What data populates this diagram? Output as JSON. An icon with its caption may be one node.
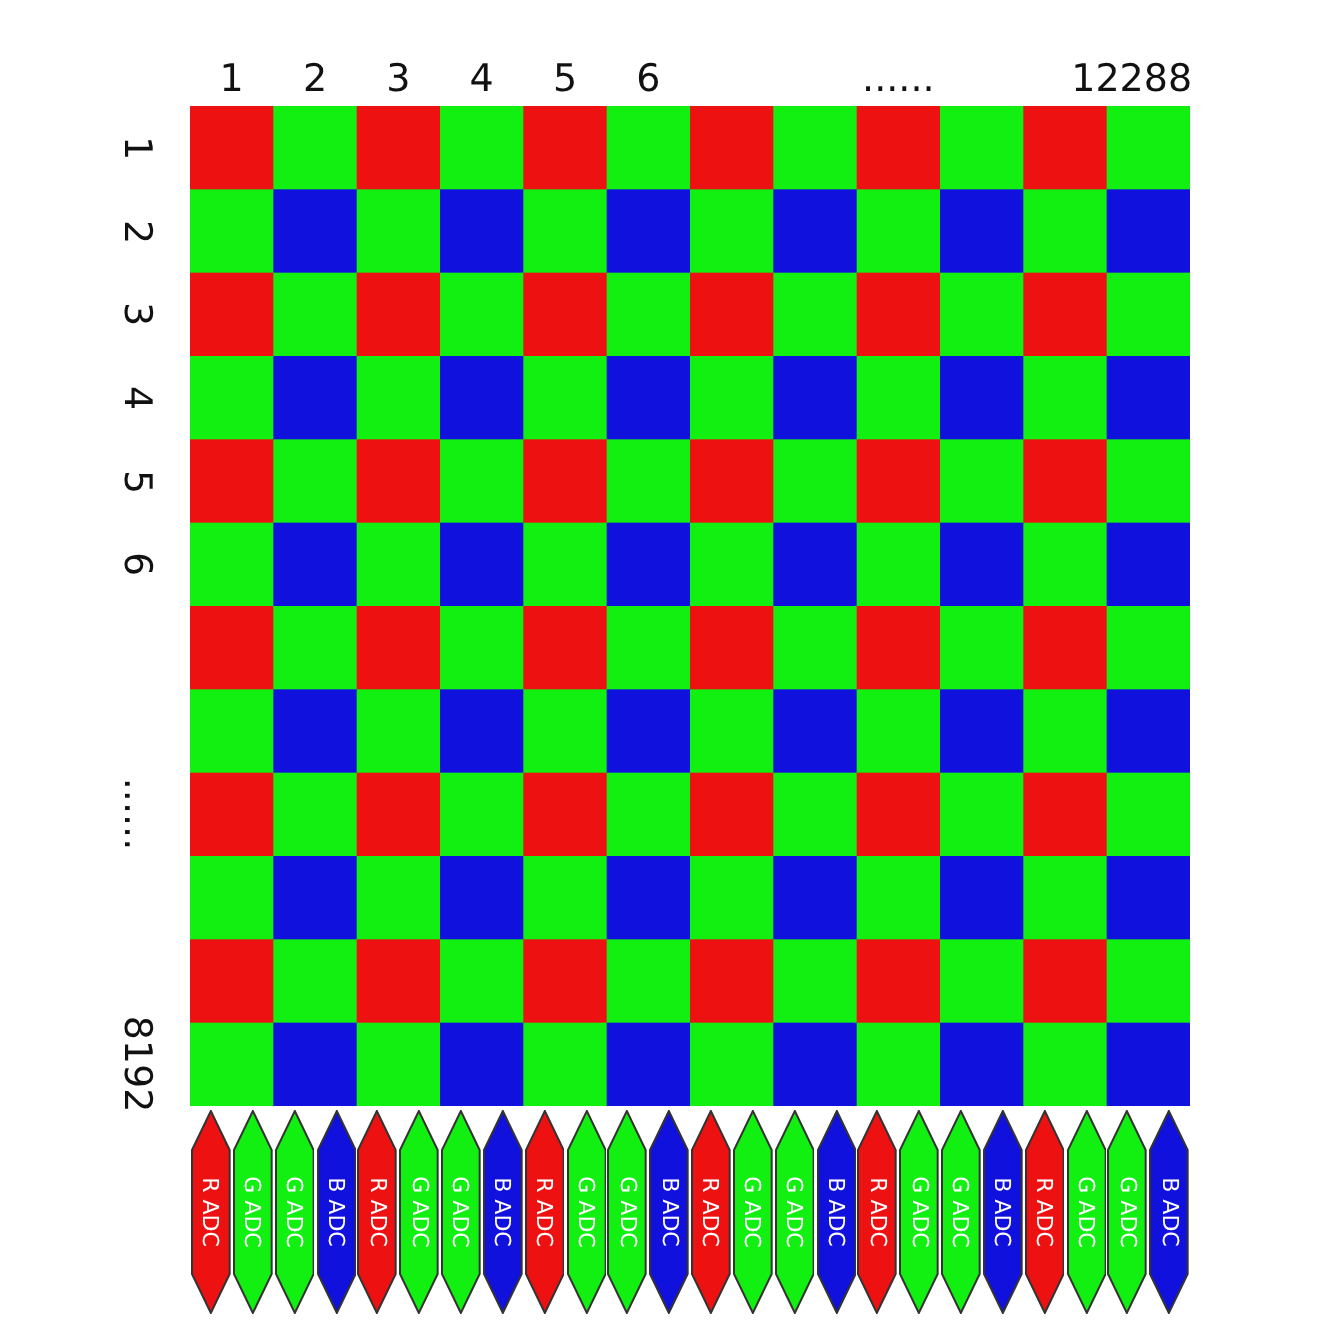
{
  "diagram": {
    "nodes": [
      {
        "text": [
          "R ADC"
        ]
      },
      {
        "text": [
          "G ADC"
        ]
      },
      {
        "text": [
          "G ADC"
        ]
      },
      {
        "text": [
          "B ADC"
        ]
      },
      {
        "text": [
          "R ADC"
        ]
      },
      {
        "text": [
          "G ADC"
        ]
      },
      {
        "text": [
          "G ADC"
        ]
      },
      {
        "text": [
          "B ADC"
        ]
      },
      {
        "text": [
          "R ADC"
        ]
      },
      {
        "text": [
          "G ADC"
        ]
      },
      {
        "text": [
          "G ADC"
        ]
      },
      {
        "text": [
          "B ADC"
        ]
      },
      {
        "text": [
          "R ADC"
        ]
      },
      {
        "text": [
          "G ADC"
        ]
      },
      {
        "text": [
          "G ADC"
        ]
      },
      {
        "text": [
          "B ADC"
        ]
      },
      {
        "text": [
          "R ADC"
        ]
      },
      {
        "text": [
          "G ADC"
        ]
      },
      {
        "text": [
          "G ADC"
        ]
      },
      {
        "text": [
          "B ADC"
        ]
      },
      {
        "text": [
          "R ADC"
        ]
      },
      {
        "text": [
          "G ADC"
        ]
      },
      {
        "text": [
          "G ADC"
        ]
      },
      {
        "text": [
          "B ADC"
        ]
      }
    ],
    "labels": [
      "1",
      "2",
      "3",
      "4",
      "5",
      "6",
      "......",
      "12288",
      "1",
      "2",
      "3",
      "4",
      "5",
      "6",
      "......",
      "8192"
    ]
  }
}
